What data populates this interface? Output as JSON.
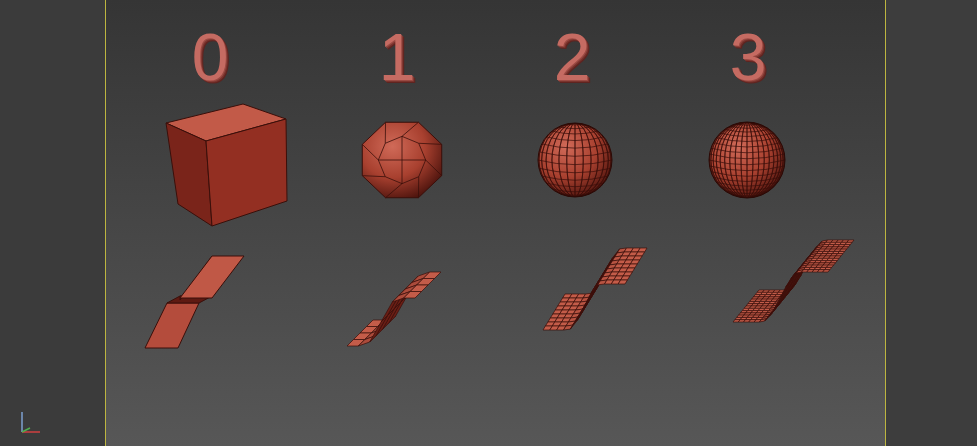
{
  "diagram": {
    "labels": [
      "0",
      "1",
      "2",
      "3"
    ]
  }
}
